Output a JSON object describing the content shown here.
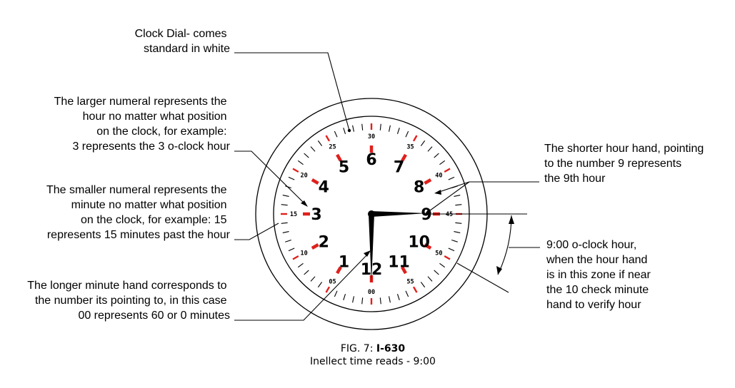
{
  "annotations": {
    "dial": [
      "Clock Dial- comes",
      "standard in white"
    ],
    "larger_numeral": [
      "The larger numeral represents the",
      "hour no matter what position",
      "on the clock, for example:",
      "3 represents the 3 o-clock hour"
    ],
    "smaller_numeral": [
      "The smaller numeral represents the",
      "minute no matter what position",
      "on the clock, for example: 15",
      "represents 15 minutes past the hour"
    ],
    "minute_hand": [
      "The longer minute hand corresponds to",
      "the number its pointing to, in this case",
      "00 represents 60 or 0 minutes"
    ],
    "hour_hand": [
      "The shorter hour hand, pointing",
      "to the number 9 represents",
      "the 9th hour"
    ],
    "zone": [
      "9:00 o-clock hour,",
      "when the hour hand",
      "is in this zone if near",
      "the 10 check minute",
      "hand to verify hour"
    ]
  },
  "caption": {
    "prefix": "FIG. 7: ",
    "model": "I-630",
    "line2": "Inellect time reads - 9:00"
  },
  "clock": {
    "hour_numerals": [
      "12",
      "1",
      "2",
      "3",
      "4",
      "5",
      "6",
      "7",
      "8",
      "9",
      "10",
      "11"
    ],
    "minute_numerals": [
      "00",
      "05",
      "10",
      "15",
      "20",
      "25",
      "30",
      "35",
      "40",
      "45",
      "50",
      "55"
    ],
    "time_shown": "9:00",
    "tick_color": "#000000",
    "accent_color": "#e0201b"
  }
}
